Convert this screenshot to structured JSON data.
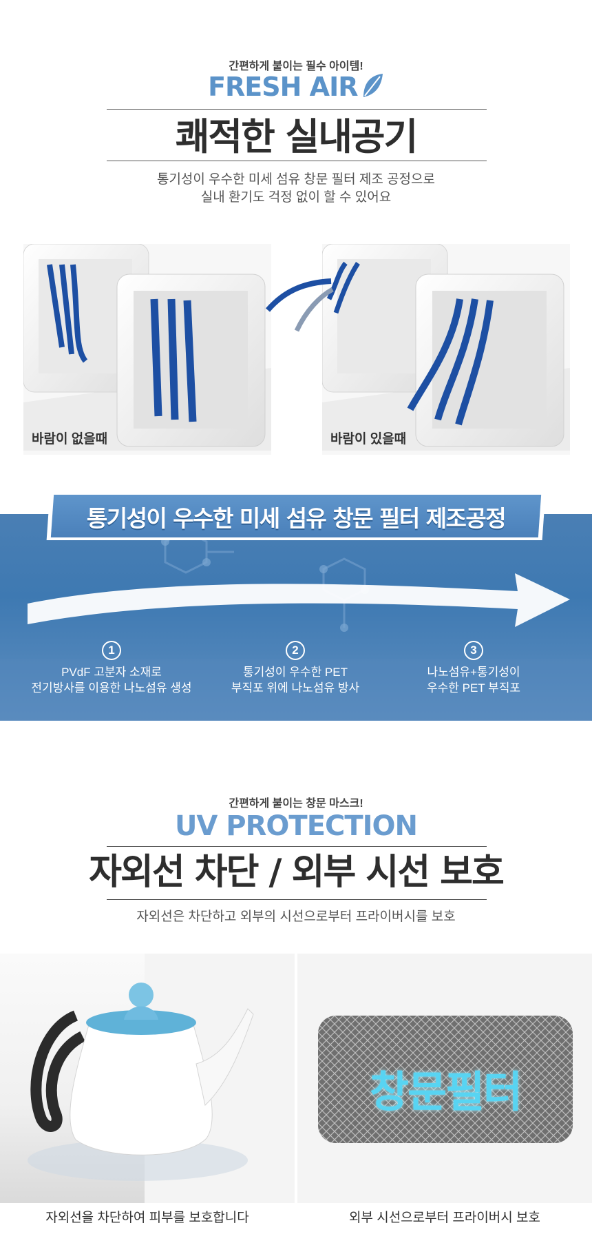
{
  "section1": {
    "tagline": "간편하게 붙이는 필수 아이템!",
    "brand": "FRESH AIR",
    "headline": "쾌적한 실내공기",
    "desc_line1": "통기성이 우수한 미세 섬유 창문 필터 제조 공정으로",
    "desc_line2": "실내 환기도 걱정 없이 할 수 있어요",
    "left_caption": "바람이 없을때",
    "right_caption": "바람이 있을때"
  },
  "section2": {
    "banner_title": "통기성이 우수한 미세 섬유 창문 필터 제조공정",
    "steps": [
      {
        "num": "1",
        "line1": "PVdF 고분자 소재로",
        "line2": "전기방사를 이용한 나노섬유 생성"
      },
      {
        "num": "2",
        "line1": "통기성이 우수한 PET",
        "line2": "부직포 위에 나노섬유 방사"
      },
      {
        "num": "3",
        "line1": "나노섬유+통기성이",
        "line2": "우수한 PET 부직포"
      }
    ]
  },
  "section3": {
    "tagline": "간편하게 붙이는 창문 마스크!",
    "brand": "UV PROTECTION",
    "headline": "자외선 차단 / 외부 시선 보호",
    "desc": "자외선은 차단하고 외부의 시선으로부터 프라이버시를 보호",
    "filter_label": "창문필터",
    "left_caption": "자외선을 차단하여 피부를 보호합니다",
    "right_caption": "외부 시선으로부터 프라이버시 보호"
  },
  "colors": {
    "accent_blue": "#5b93c9",
    "band_blue": "#3e79b2",
    "ribbon_blue": "#1d4fa3",
    "teal_cyan": "#58d4f2"
  },
  "icons": [
    "leaf-icon",
    "arrow-right-icon"
  ]
}
